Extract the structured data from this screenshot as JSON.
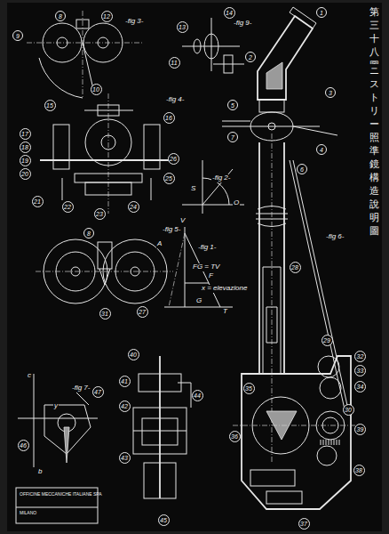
{
  "diagram": {
    "title": "第三十八圖",
    "caption": "ニストリー照準鏡構造說明圖",
    "nodes": [
      {
        "text": [
          "8"
        ]
      },
      {
        "text": [
          "9"
        ]
      },
      {
        "text": [
          "12"
        ]
      },
      {
        "text": [
          "10"
        ]
      },
      {
        "text": [
          "13"
        ]
      },
      {
        "text": [
          "14"
        ]
      },
      {
        "text": [
          "11"
        ]
      },
      {
        "text": [
          "1"
        ]
      },
      {
        "text": [
          "2"
        ]
      },
      {
        "text": [
          "3"
        ]
      },
      {
        "text": [
          "4"
        ]
      },
      {
        "text": [
          "5"
        ]
      },
      {
        "text": [
          "7"
        ]
      },
      {
        "text": [
          "15"
        ]
      },
      {
        "text": [
          "16"
        ]
      },
      {
        "text": [
          "17"
        ]
      },
      {
        "text": [
          "18"
        ]
      },
      {
        "text": [
          "19"
        ]
      },
      {
        "text": [
          "20"
        ]
      },
      {
        "text": [
          "21"
        ]
      },
      {
        "text": [
          "22"
        ]
      },
      {
        "text": [
          "23"
        ]
      },
      {
        "text": [
          "24"
        ]
      },
      {
        "text": [
          "25"
        ]
      },
      {
        "text": [
          "26"
        ]
      },
      {
        "text": [
          "6"
        ]
      },
      {
        "text": [
          "8"
        ]
      },
      {
        "text": [
          "27"
        ]
      },
      {
        "text": [
          "31"
        ]
      },
      {
        "text": [
          "28"
        ]
      },
      {
        "text": [
          "29"
        ]
      },
      {
        "text": [
          "30"
        ]
      },
      {
        "text": [
          "32"
        ]
      },
      {
        "text": [
          "33"
        ]
      },
      {
        "text": [
          "34"
        ]
      },
      {
        "text": [
          "35"
        ]
      },
      {
        "text": [
          "36"
        ]
      },
      {
        "text": [
          "37"
        ]
      },
      {
        "text": [
          "38"
        ]
      },
      {
        "text": [
          "39"
        ]
      },
      {
        "text": [
          "40"
        ]
      },
      {
        "text": [
          "41"
        ]
      },
      {
        "text": [
          "42"
        ]
      },
      {
        "text": [
          "43"
        ]
      },
      {
        "text": [
          "44"
        ]
      },
      {
        "text": [
          "45"
        ]
      },
      {
        "text": [
          "46"
        ]
      },
      {
        "text": [
          "47"
        ]
      }
    ],
    "labels": [
      "-fig 3-",
      "-fig 9-",
      "-fig 4-",
      "-fig 2-",
      "-fig 5-",
      "-fig 6-",
      "-fig 1-",
      "FG = TV",
      "-fig 7-",
      "V",
      "A",
      "F",
      "G",
      "T",
      "S",
      "O",
      "x = elevazione",
      "c",
      "y",
      "b",
      "OFFICINE MECCANICHE ITALIANE SPA",
      "MILANO"
    ]
  }
}
